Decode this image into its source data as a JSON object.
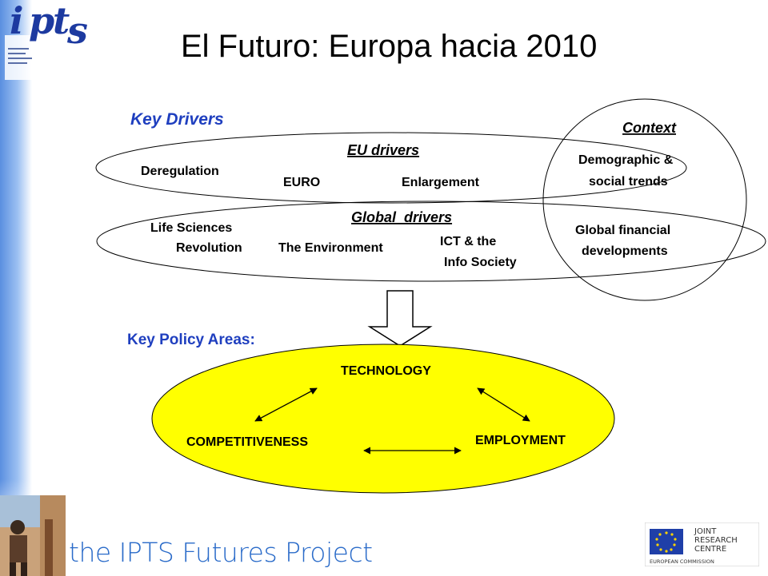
{
  "slide": {
    "title": "El Futuro: Europa hacia 2010",
    "footer_text": "the IPTS Futures Project",
    "logo_text": "ipts",
    "jrc_logo_lines": [
      "JOINT",
      "RESEARCH",
      "CENTRE",
      "EUROPEAN COMMISSION"
    ]
  },
  "diagram": {
    "key_drivers_label": "Key Drivers",
    "eu_drivers": {
      "heading": "EU drivers",
      "items": [
        "Deregulation",
        "EURO",
        "Enlargement"
      ]
    },
    "global_drivers": {
      "heading": "Global  drivers",
      "items": {
        "life_sciences_line1": "Life Sciences",
        "life_sciences_line2": "Revolution",
        "environment": "The Environment",
        "ict_line1": "ICT & the",
        "ict_line2": "Info Society"
      }
    },
    "context": {
      "heading": "Context",
      "demographic_line1": "Demographic &",
      "demographic_line2": "social trends",
      "financial_line1": "Global financial",
      "financial_line2": "developments"
    },
    "policy": {
      "label": "Key Policy Areas:",
      "technology": "TECHNOLOGY",
      "competitiveness": "COMPETITIVENESS",
      "employment": "EMPLOYMENT"
    }
  },
  "colors": {
    "accent_blue": "#1f3fbf",
    "policy_ellipse_fill": "#ffff00",
    "footer_blue": "#2a6bc9"
  }
}
